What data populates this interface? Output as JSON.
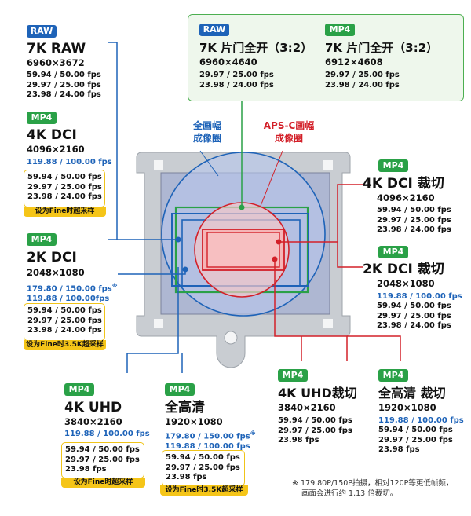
{
  "raw_7k": {
    "tag": "RAW",
    "title": "7K RAW",
    "res": "6960×3672",
    "fps": [
      "59.94 / 50.00 fps",
      "29.97 / 25.00 fps",
      "23.98 / 24.00 fps"
    ]
  },
  "dci4k": {
    "tag": "MP4",
    "title": "4K DCI",
    "res": "4096×2160",
    "hfps": "119.88 / 100.00 fps",
    "fps": [
      "59.94 / 50.00 fps",
      "29.97 / 25.00 fps",
      "23.98 / 24.00 fps"
    ],
    "note": "设为Fine时超采样"
  },
  "dci2k": {
    "tag": "MP4",
    "title": "2K DCI",
    "res": "2048×1080",
    "hfps1": "179.80 / 150.00 fps",
    "hfps1_mark": "※",
    "hfps2": "119.88 / 100.00fps",
    "fps": [
      "59.94 / 50.00 fps",
      "29.97 / 25.00 fps",
      "23.98 / 24.00 fps"
    ],
    "note": "设为Fine时3.5K超采样"
  },
  "top_raw": {
    "tag": "RAW",
    "title": "7K 片门全开（3:2）",
    "res": "6960×4640",
    "fps": [
      "29.97 / 25.00 fps",
      "23.98 / 24.00 fps"
    ]
  },
  "top_mp4": {
    "tag": "MP4",
    "title": "7K 片门全开（3:2）",
    "res": "6912×4608",
    "fps": [
      "29.97 / 25.00 fps",
      "23.98 / 24.00 fps"
    ]
  },
  "circle_labels": {
    "full_frame": "全画幅\n成像圈",
    "apsc": "APS-C画幅\n成像圈"
  },
  "crop4k": {
    "tag": "MP4",
    "title": "4K DCI 裁切",
    "res": "4096×2160",
    "fps": [
      "59.94 / 50.00 fps",
      "29.97 / 25.00 fps",
      "23.98 / 24.00 fps"
    ]
  },
  "crop2k": {
    "tag": "MP4",
    "title": "2K DCI 裁切",
    "res": "2048×1080",
    "hfps": "119.88 / 100.00 fps",
    "fps": [
      "59.94 / 50.00 fps",
      "29.97 / 25.00 fps",
      "23.98 / 24.00 fps"
    ]
  },
  "uhd4k": {
    "tag": "MP4",
    "title": "4K UHD",
    "res": "3840×2160",
    "hfps": "119.88 / 100.00 fps",
    "fps": [
      "59.94 / 50.00 fps",
      "29.97 / 25.00 fps",
      "23.98 fps"
    ],
    "note": "设为Fine时超采样"
  },
  "fhd": {
    "tag": "MP4",
    "title": "全高清",
    "res": "1920×1080",
    "hfps1": "179.80 / 150.00 fps",
    "hfps1_mark": "※",
    "hfps2": "119.88 / 100.00 fps",
    "fps": [
      "59.94 / 50.00 fps",
      "29.97 / 25.00 fps",
      "23.98 fps"
    ],
    "note": "设为Fine时3.5K超采样"
  },
  "uhd4k_crop": {
    "tag": "MP4",
    "title": "4K UHD裁切",
    "res": "3840×2160",
    "fps": [
      "59.94 / 50.00 fps",
      "29.97 / 25.00 fps",
      "23.98 fps"
    ]
  },
  "fhd_crop": {
    "tag": "MP4",
    "title": "全高清 裁切",
    "res": "1920×1080",
    "hfps": "119.88 / 100.00 fps",
    "fps": [
      "59.94 / 50.00 fps",
      "29.97 / 25.00 fps",
      "23.98 fps"
    ]
  },
  "footnote": {
    "line1": "※ 179.80P/150P拍摄，相对120P等更低帧频，",
    "line2": "画面会进行约 1.13 倍裁切。"
  },
  "colors": {
    "full_frame": "#1e63b8",
    "apsc": "#d32029",
    "green": "#2aa147",
    "yellow": "#f5c518"
  }
}
